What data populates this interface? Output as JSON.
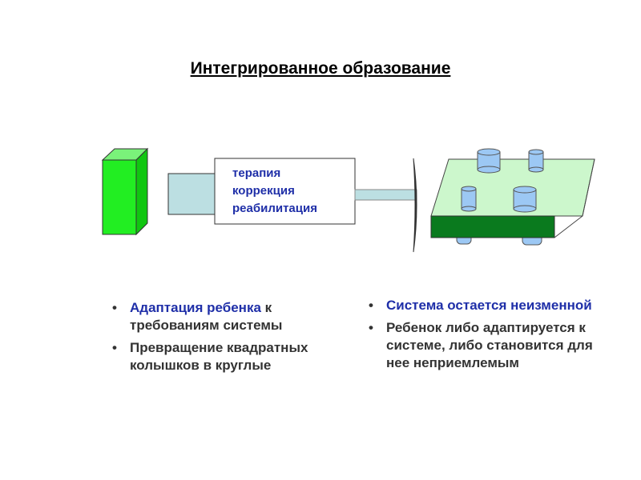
{
  "title": "Интегрированное образование",
  "box_lines": [
    "терапия",
    "коррекция",
    "реабилитация"
  ],
  "left_bullets": [
    {
      "highlight": "Адаптация ребенка",
      "rest": " к требованиям системы"
    },
    {
      "highlight": "",
      "rest": "Превращение квадратных колышков в круглые"
    }
  ],
  "right_bullets": [
    {
      "highlight": "Система остается неизменной",
      "rest": ""
    },
    {
      "highlight": "",
      "rest": "Ребенок либо адаптируется к системе, либо становится для нее неприемлемым"
    }
  ],
  "colors": {
    "green": "#22ee22",
    "dark_green": "#0a7a1e",
    "light_green": "#ccf7cc",
    "peg": "#9cc8f4",
    "connector": "#bcdfe2",
    "text_blue": "#1f2fa8"
  }
}
